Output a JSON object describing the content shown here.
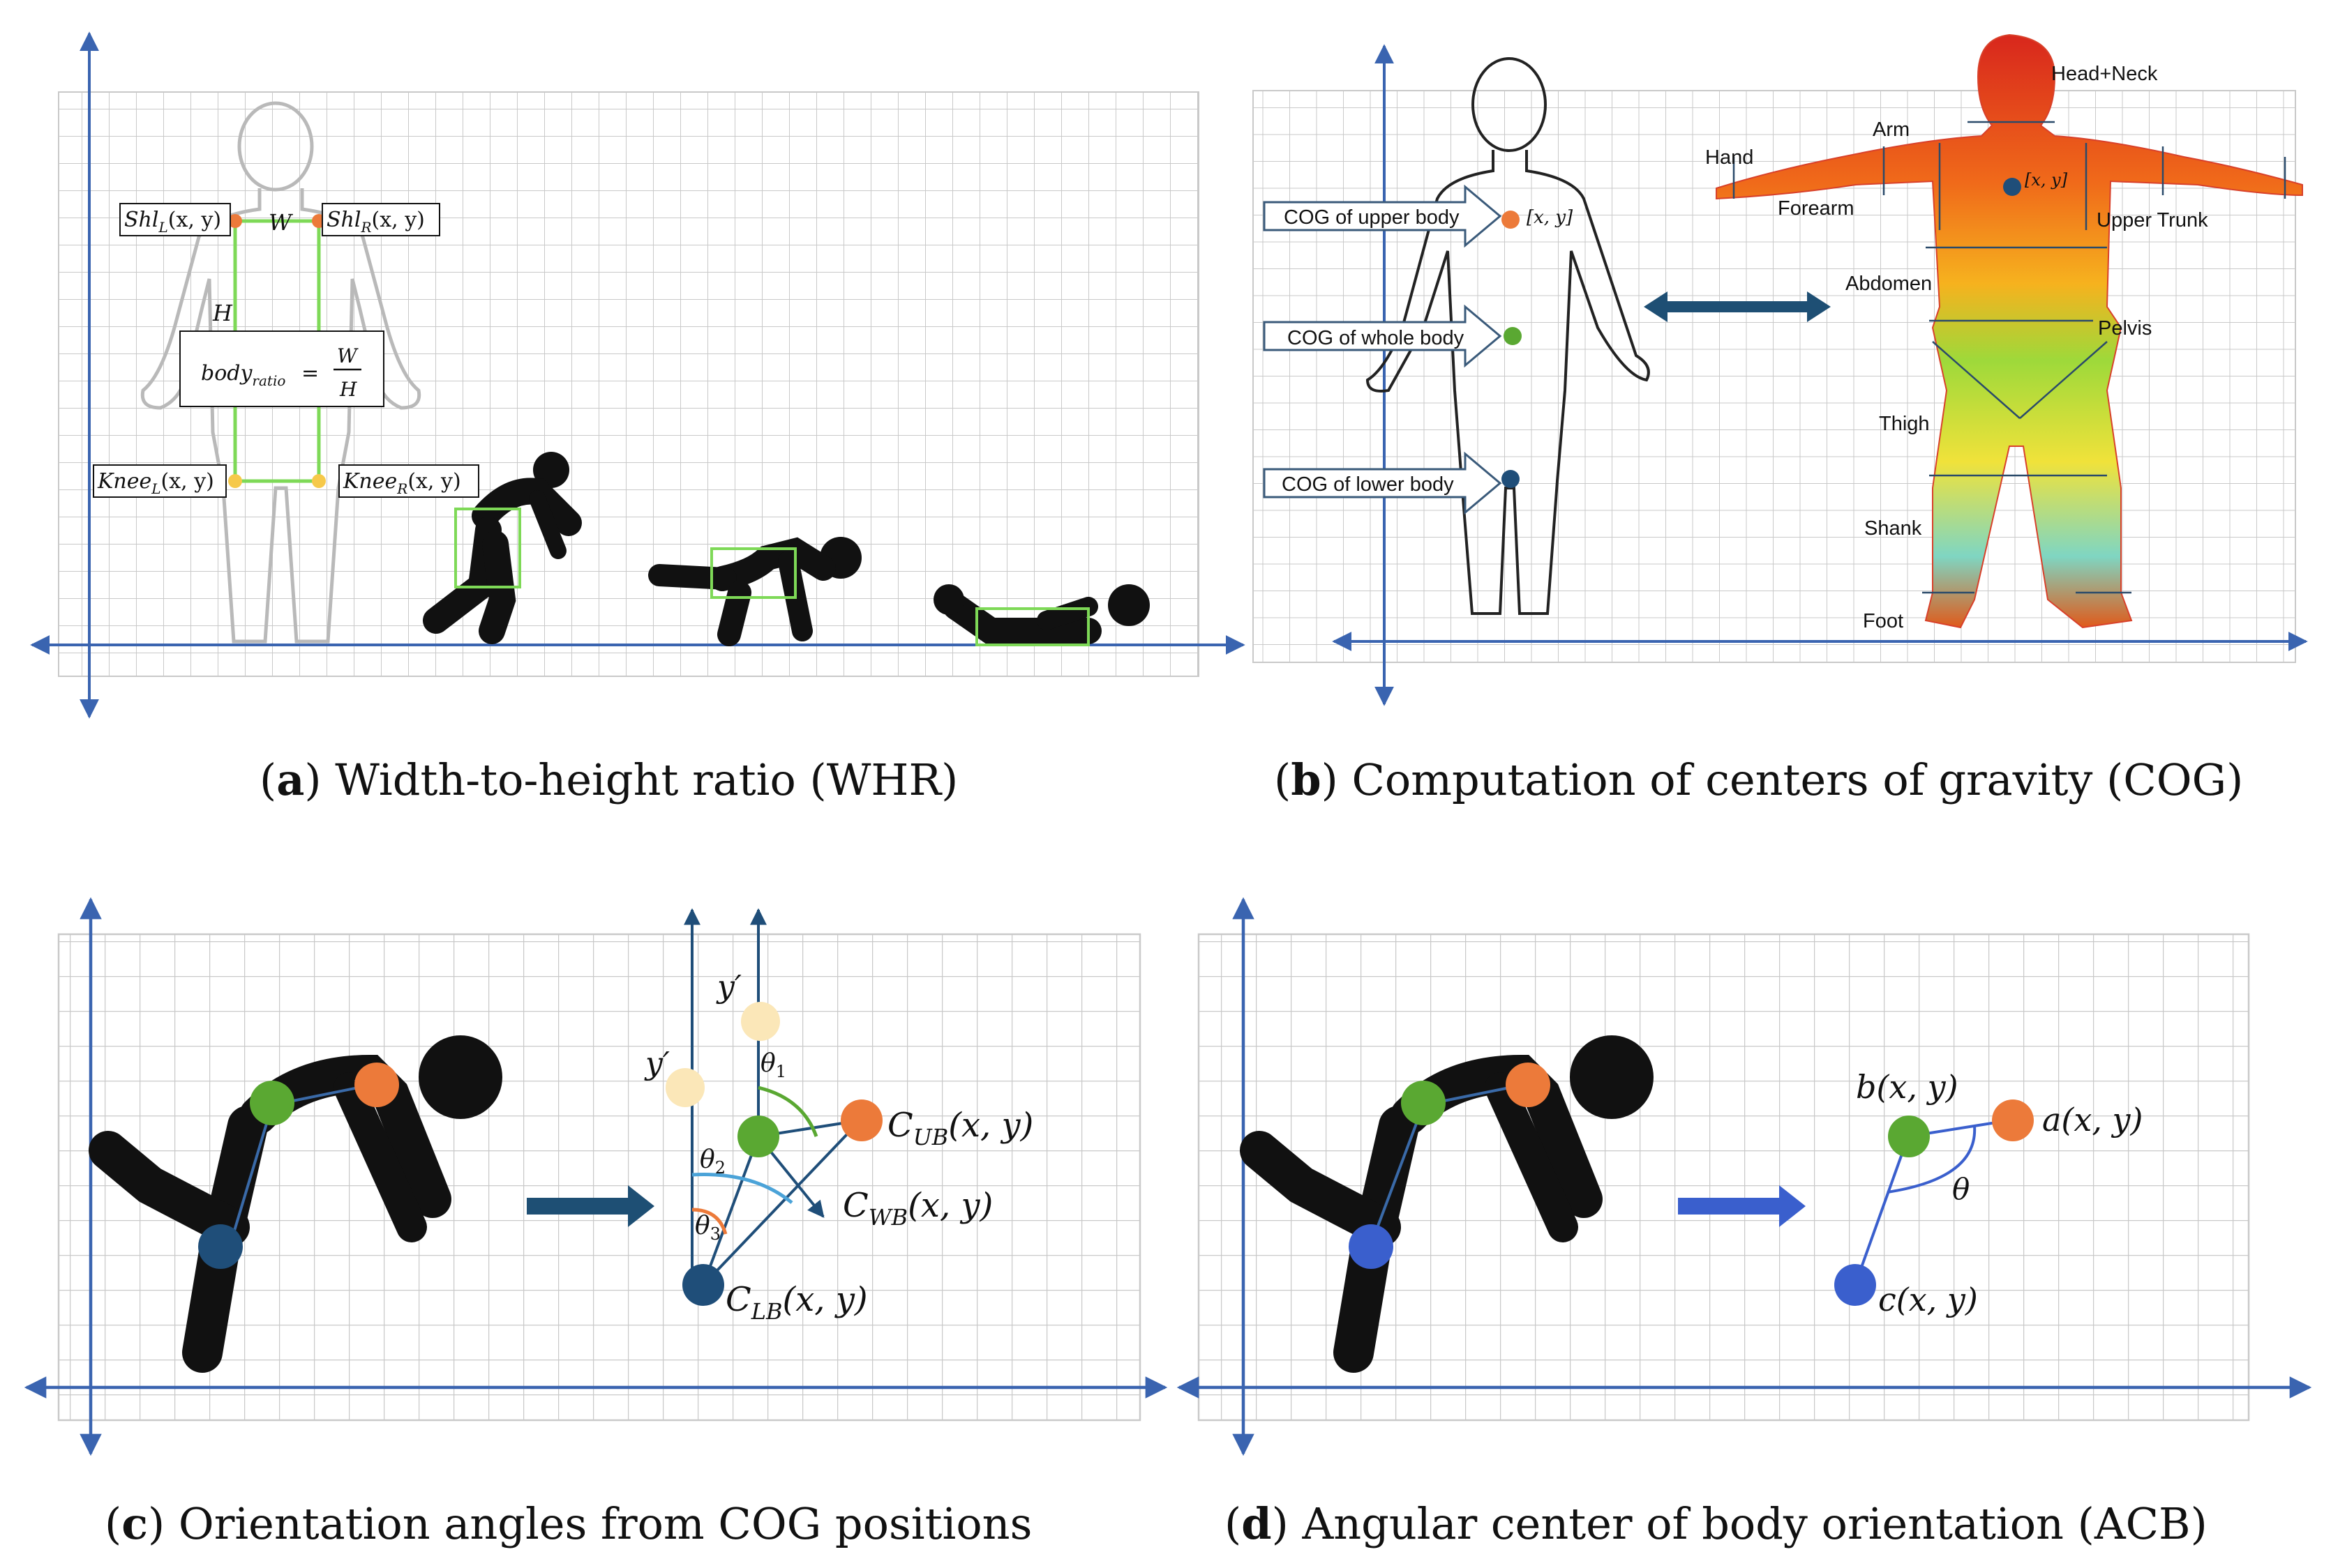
{
  "captions": {
    "a": {
      "letter": "a",
      "text": "Width-to-height ratio (WHR)"
    },
    "b": {
      "letter": "b",
      "text": "Computation of centers of gravity (COG)"
    },
    "c": {
      "letter": "c",
      "text": "Orientation angles from COG positions"
    },
    "d": {
      "letter": "d",
      "text": "Angular center of body orientation (ACB)"
    }
  },
  "panel_a": {
    "shl_l": "Shl",
    "shl_l_sub": "L",
    "shl_r": "Shl",
    "shl_r_sub": "R",
    "knee_l": "Knee",
    "knee_l_sub": "L",
    "knee_r": "Knee",
    "knee_r_sub": "R",
    "xy": "(x, y)",
    "w": "W",
    "h": "H",
    "formula_lhs": "body",
    "formula_sub": "ratio",
    "formula_eq": "=",
    "formula_num": "W",
    "formula_den": "H"
  },
  "panel_b": {
    "cog_upper": "COG of upper body",
    "cog_whole": "COG of whole body",
    "cog_lower": "COG of lower body",
    "xy_bracket": "[x, y]",
    "segments": [
      "Head+Neck",
      "Arm",
      "Hand",
      "Forearm",
      "Upper Trunk",
      "Abdomen",
      "Pelvis",
      "Thigh",
      "Shank",
      "Foot"
    ]
  },
  "panel_c": {
    "y_prime": "y′",
    "theta1": "θ",
    "theta1_sub": "1",
    "theta2": "θ",
    "theta2_sub": "2",
    "theta3": "θ",
    "theta3_sub": "3",
    "c_ub": "C",
    "c_ub_sub": "UB",
    "c_wb": "C",
    "c_wb_sub": "WB",
    "c_lb": "C",
    "c_lb_sub": "LB",
    "xy": "(x, y)"
  },
  "panel_d": {
    "a": "a(x, y)",
    "b": "b(x, y)",
    "c": "c(x, y)",
    "theta": "θ"
  },
  "colors": {
    "axis": "#3a64b0",
    "grid": "#c8c8c8",
    "green_box": "#7ed957",
    "orange": "#ec7a3a",
    "green": "#5aa832",
    "navy": "#1f4e79",
    "cream": "#fbe7b8",
    "blue": "#3a5fcd",
    "arrow": "#1e4f74"
  }
}
